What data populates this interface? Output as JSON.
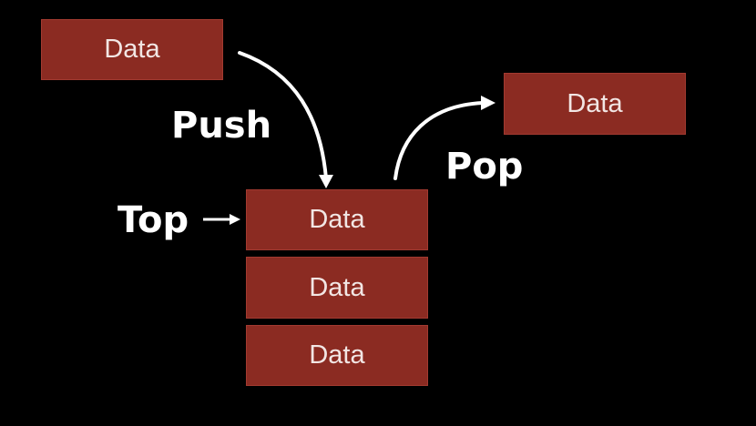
{
  "colors": {
    "background": "#000000",
    "box_fill": "#8b2b22",
    "box_border": "#a23a30",
    "box_text": "#f2e6e4",
    "arrow": "#ffffff"
  },
  "incoming_item": {
    "label": "Data"
  },
  "popped_item": {
    "label": "Data"
  },
  "stack": {
    "items": [
      {
        "label": "Data"
      },
      {
        "label": "Data"
      },
      {
        "label": "Data"
      }
    ]
  },
  "labels": {
    "push": "Push",
    "pop": "Pop",
    "top": "Top"
  },
  "icons": {
    "top_pointer": "arrow-right-icon",
    "push_arrow": "curved-arrow-down-icon",
    "pop_arrow": "curved-arrow-up-icon"
  }
}
